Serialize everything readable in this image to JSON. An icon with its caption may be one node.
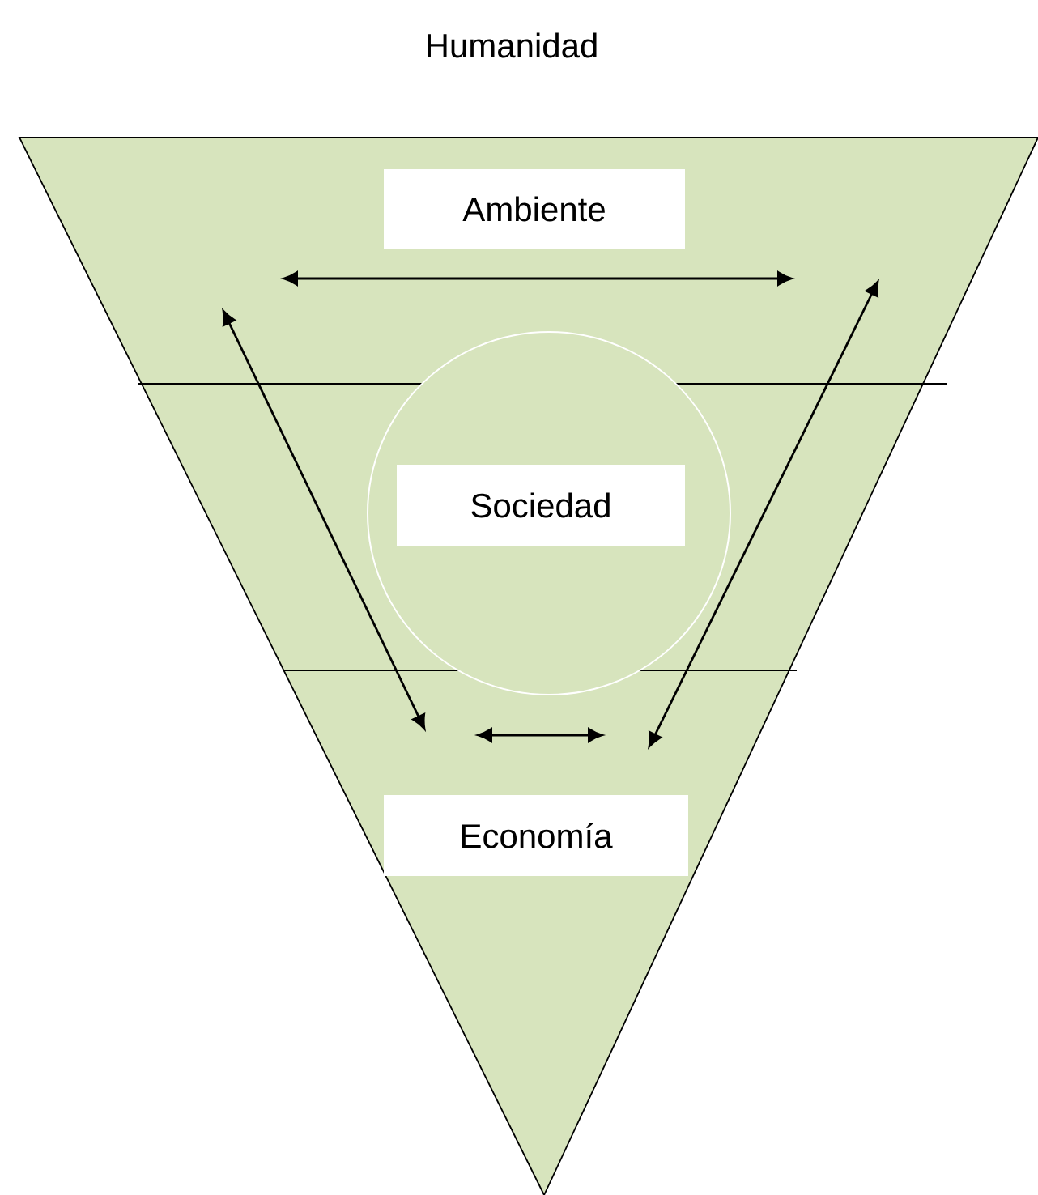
{
  "diagram": {
    "nodes": [
      {
        "text": [
          "Humanidad"
        ]
      },
      {
        "text": [
          "Ambiente"
        ],
        "in": 0
      },
      {
        "text": [],
        "shape": "circle",
        "in": 0
      },
      {
        "text": [
          "Sociedad"
        ],
        "in": 2
      },
      {
        "text": [
          "Economía"
        ],
        "in": 0
      }
    ]
  }
}
